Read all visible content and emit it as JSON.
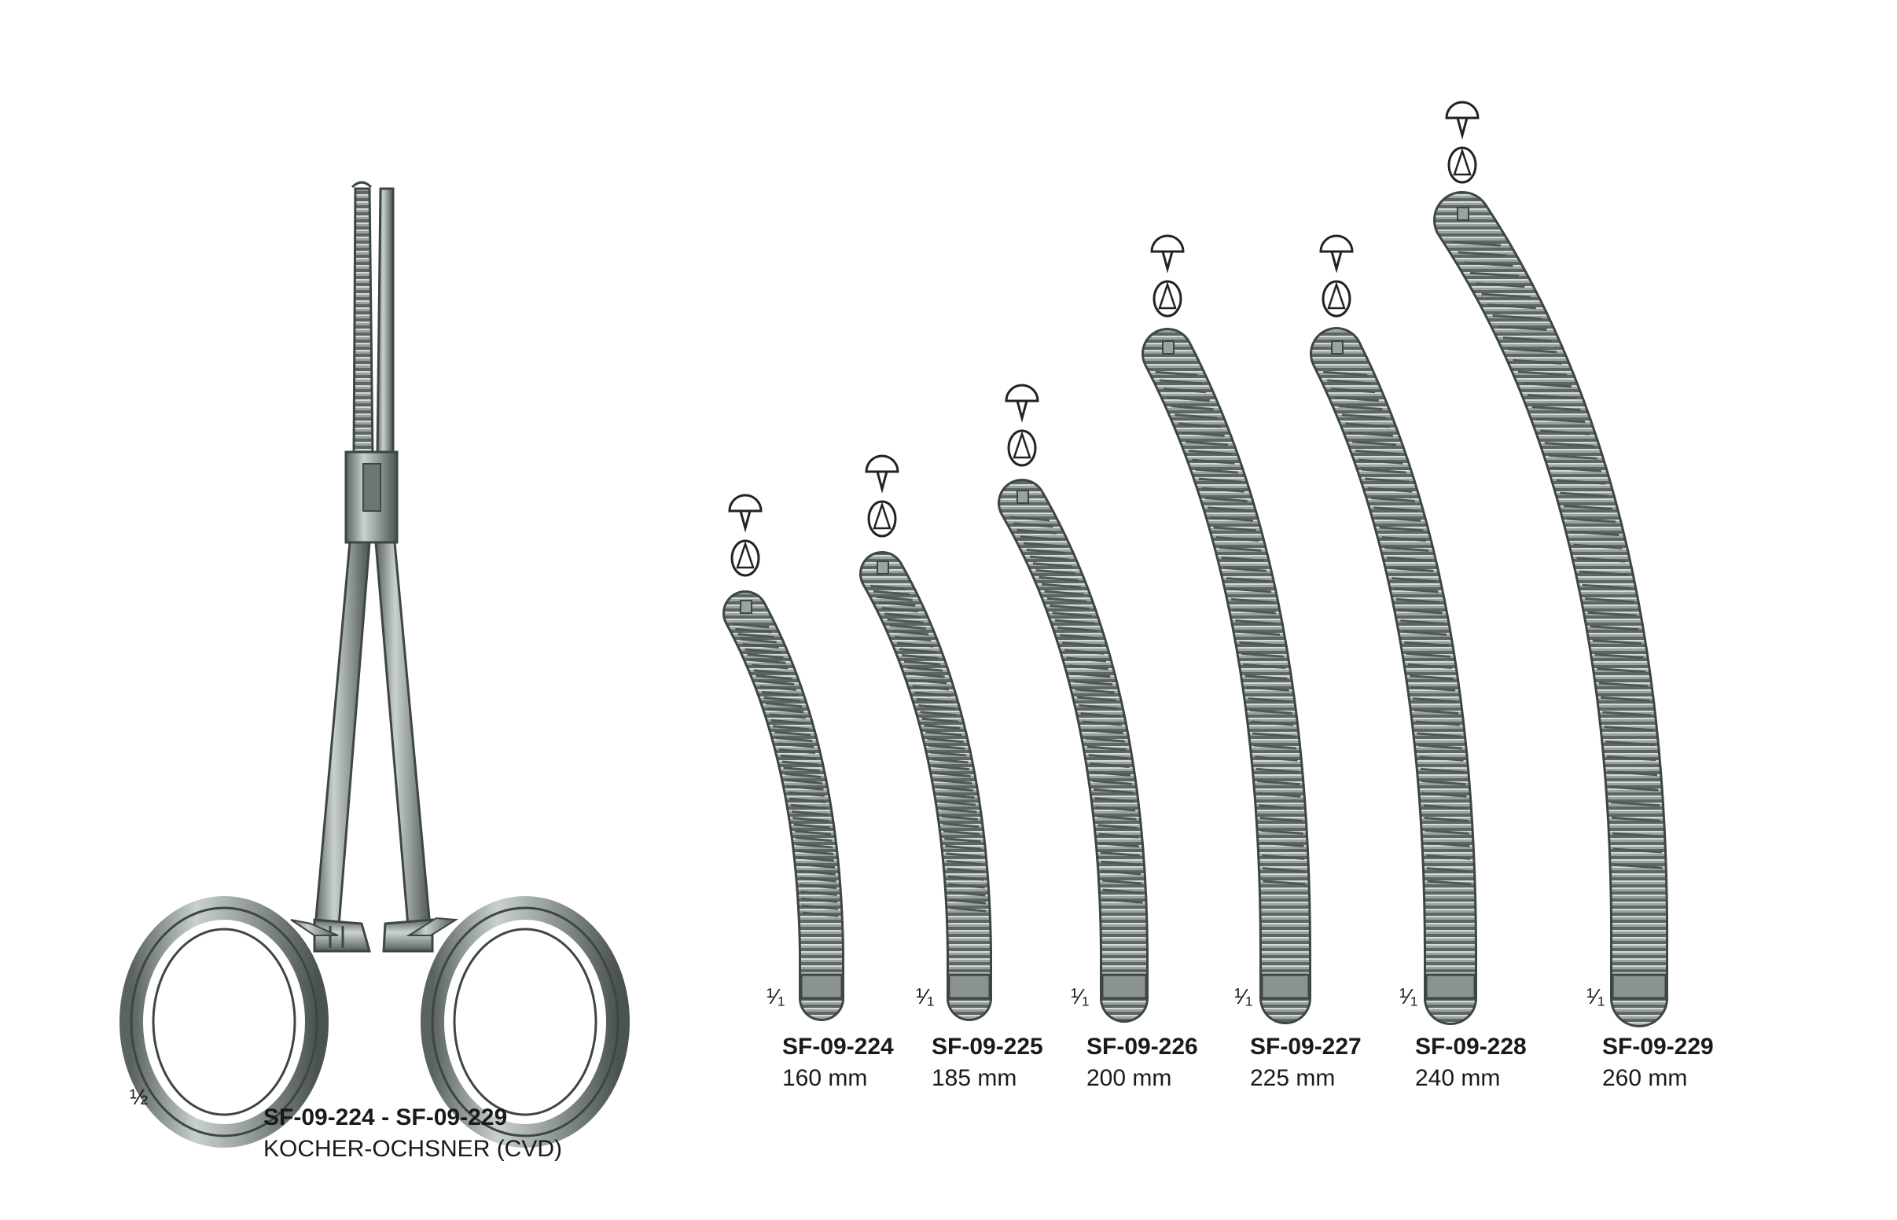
{
  "catalog": {
    "range_code": "SF-09-224 - SF-09-229",
    "name": "KOCHER-OCHSNER (CVD)",
    "main_scale": "½"
  },
  "tips": [
    {
      "code": "SF-09-224",
      "size": "160 mm",
      "scale": "¹⁄₁"
    },
    {
      "code": "SF-09-225",
      "size": "185 mm",
      "scale": "¹⁄₁"
    },
    {
      "code": "SF-09-226",
      "size": "200 mm",
      "scale": "¹⁄₁"
    },
    {
      "code": "SF-09-227",
      "size": "225 mm",
      "scale": "¹⁄₁"
    },
    {
      "code": "SF-09-228",
      "size": "240 mm",
      "scale": "¹⁄₁"
    },
    {
      "code": "SF-09-229",
      "size": "260 mm",
      "scale": "¹⁄₁"
    }
  ],
  "colors": {
    "steel_light": "#c9cfcf",
    "steel_mid": "#8f9797",
    "steel_dark": "#4f5656",
    "text": "#1a1a1a"
  }
}
